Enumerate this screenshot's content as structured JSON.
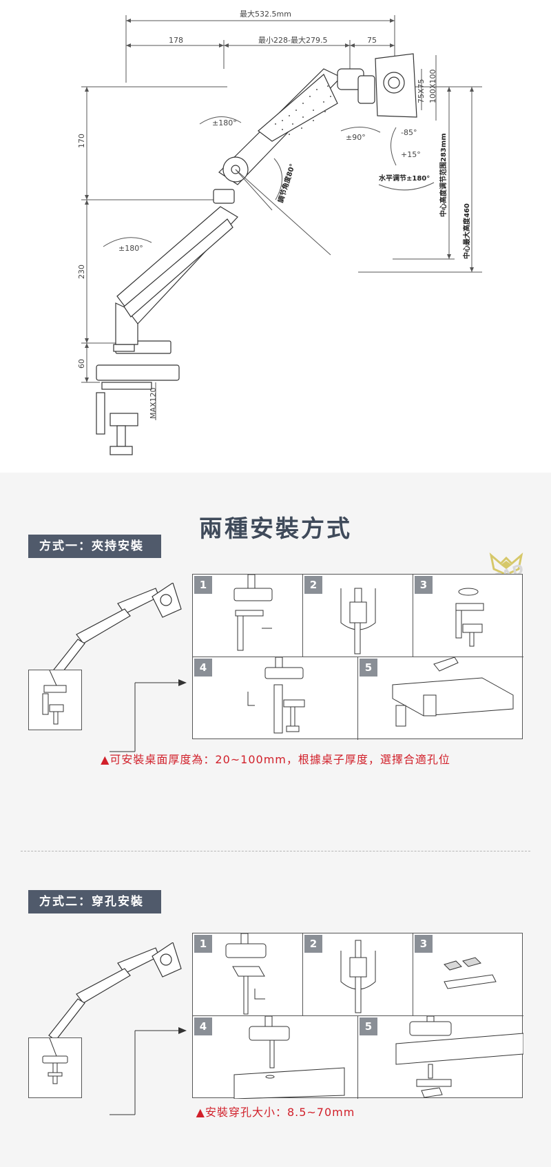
{
  "drawing": {
    "dim_total": "最大532.5mm",
    "dim_arm_a": "178",
    "dim_arm_b": "最小228-最大279.5",
    "dim_arm_c": "75",
    "vesa_75": "75X75",
    "vesa_100": "100X100",
    "height_170": "170",
    "height_230": "230",
    "height_60": "60",
    "max_120": "MAX120",
    "rot_upper": "±180°",
    "rot_lower": "±180°",
    "rot_head": "±90°",
    "tilt_down": "-85°",
    "tilt_up": "+15°",
    "tilt_angle": "調节角度80°",
    "swivel": "水平调节±180°",
    "center_range": "中心高度调节范围283mm",
    "center_max": "中心最大高度460"
  },
  "install": {
    "title": "兩種安裝方式",
    "watermark": "INPAD",
    "watermark_color": "#d6c86a",
    "method1": {
      "label": "方式一：夾持安裝",
      "steps": [
        "1",
        "2",
        "3",
        "4",
        "5"
      ],
      "note": "▲可安裝桌面厚度為：20~100mm，根據桌子厚度，選擇合適孔位"
    },
    "method2": {
      "label": "方式二：穿孔安裝",
      "steps": [
        "1",
        "2",
        "3",
        "4",
        "5"
      ],
      "note": "▲安裝穿孔大小：8.5~70mm"
    },
    "accent_color": "#d1202a",
    "label_bg": "#505a6b"
  }
}
